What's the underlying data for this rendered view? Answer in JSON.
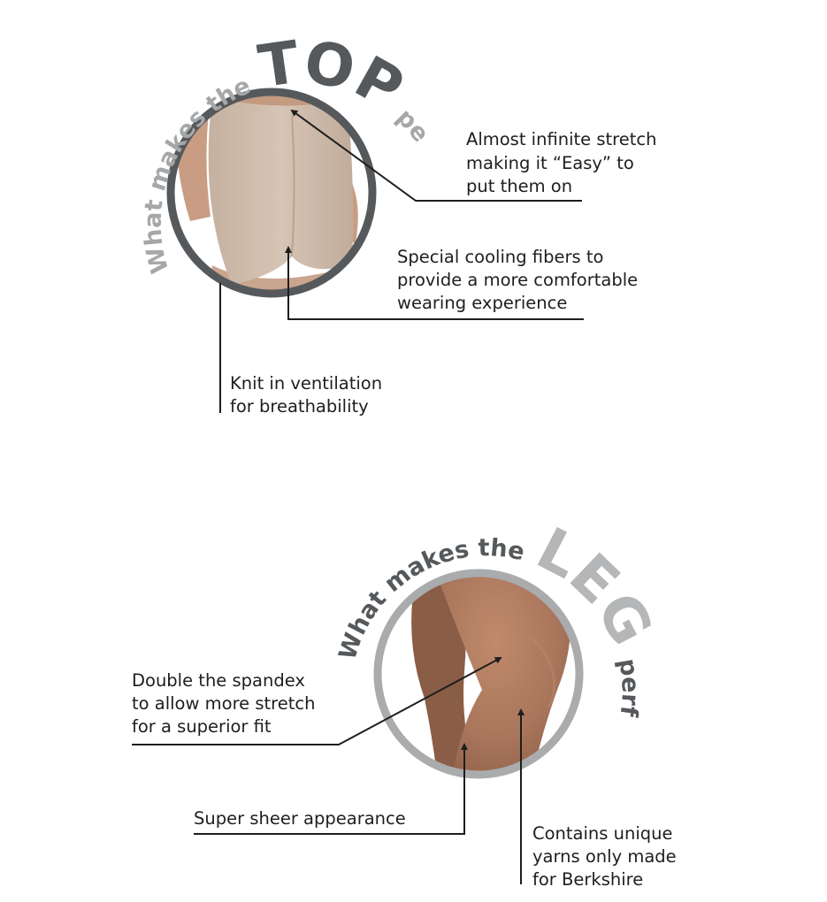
{
  "top_section": {
    "arc_prefix": "What makes the",
    "arc_keyword": "TOP",
    "arc_suffix": "perform?",
    "callouts": [
      {
        "lines": [
          "Almost infinite stretch",
          "making it “Easy” to",
          "put them on"
        ]
      },
      {
        "lines": [
          "Special cooling fibers to",
          "provide a more comfortable",
          "wearing experience"
        ]
      },
      {
        "lines": [
          "Knit in ventilation",
          "for breathability"
        ]
      }
    ]
  },
  "leg_section": {
    "arc_prefix": "What makes the",
    "arc_keyword": "LEG",
    "arc_suffix": "perform?",
    "callouts": [
      {
        "lines": [
          "Double the spandex",
          "to allow more stretch",
          "for a superior fit"
        ]
      },
      {
        "lines": [
          "Super sheer appearance"
        ]
      },
      {
        "lines": [
          "Contains unique",
          "yarns only made",
          "for Berkshire"
        ]
      }
    ]
  },
  "colors": {
    "top_ring": "#56595c",
    "top_prefix": "#a5a7a9",
    "top_keyword": "#56595c",
    "top_suffix": "#a5a7a9",
    "leg_ring": "#a9abad",
    "leg_prefix": "#56595c",
    "leg_keyword": "#b4b6b8",
    "leg_suffix": "#56595c",
    "line": "#1e1e1e"
  }
}
